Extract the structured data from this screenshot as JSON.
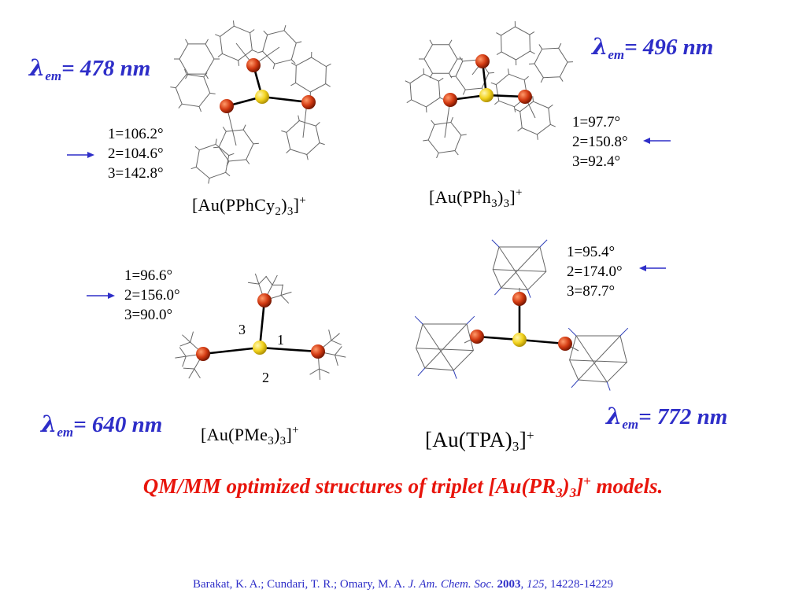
{
  "emissions": {
    "pphcy2": {
      "lambda": "λ",
      "sub": "em",
      "value": "= 478 nm"
    },
    "pph3": {
      "lambda": "λ",
      "sub": "em",
      "value": "= 496 nm"
    },
    "pme3": {
      "lambda": "λ",
      "sub": "em",
      "value": "= 640 nm"
    },
    "tpa": {
      "lambda": "λ",
      "sub": "em",
      "value": "= 772 nm"
    }
  },
  "angles": {
    "pphcy2": [
      "1=106.2°",
      "2=104.6°",
      "3=142.8°"
    ],
    "pph3": [
      "1=97.7°",
      "2=150.8°",
      "3=92.4°"
    ],
    "pme3": [
      "1=96.6°",
      "2=156.0°",
      "3=90.0°"
    ],
    "tpa": [
      "1=95.4°",
      "2=174.0°",
      "3=87.7°"
    ]
  },
  "formulas": {
    "pphcy2": {
      "open": "[Au(PPhCy",
      "sub1": "2",
      "mid": ")",
      "sub2": "3",
      "close": "]",
      "sup": "+"
    },
    "pph3": {
      "open": "[Au(PPh",
      "sub1": "3",
      "mid": ")",
      "sub2": "3",
      "close": "]",
      "sup": "+"
    },
    "pme3": {
      "open": "[Au(PMe",
      "sub1": "3",
      "mid": ")",
      "sub2": "3",
      "close": "]",
      "sup": "+"
    },
    "tpa": {
      "open": "[Au(TPA)",
      "sub2": "3",
      "close": "]",
      "sup": "+"
    }
  },
  "bond_labels": {
    "one": "1",
    "two": "2",
    "three": "3"
  },
  "caption": {
    "part1": "QM/MM optimized structures of triplet [Au(PR",
    "sub1": "3",
    "part2": ")",
    "sub2": "3",
    "part3": "]",
    "sup": "+",
    "part4": " models."
  },
  "citation": {
    "authors": "Barakat, K. A.; Cundari, T. R.; Omary, M. A. ",
    "journal": "J. Am. Chem. Soc.",
    "year": "2003",
    "volume": "125",
    "pages": ", 14228-14229"
  },
  "colors": {
    "gold": "#f2d21e",
    "phosphorus": "#d33a12",
    "label_blue": "#2e2ec8",
    "caption_red": "#e8150c"
  }
}
